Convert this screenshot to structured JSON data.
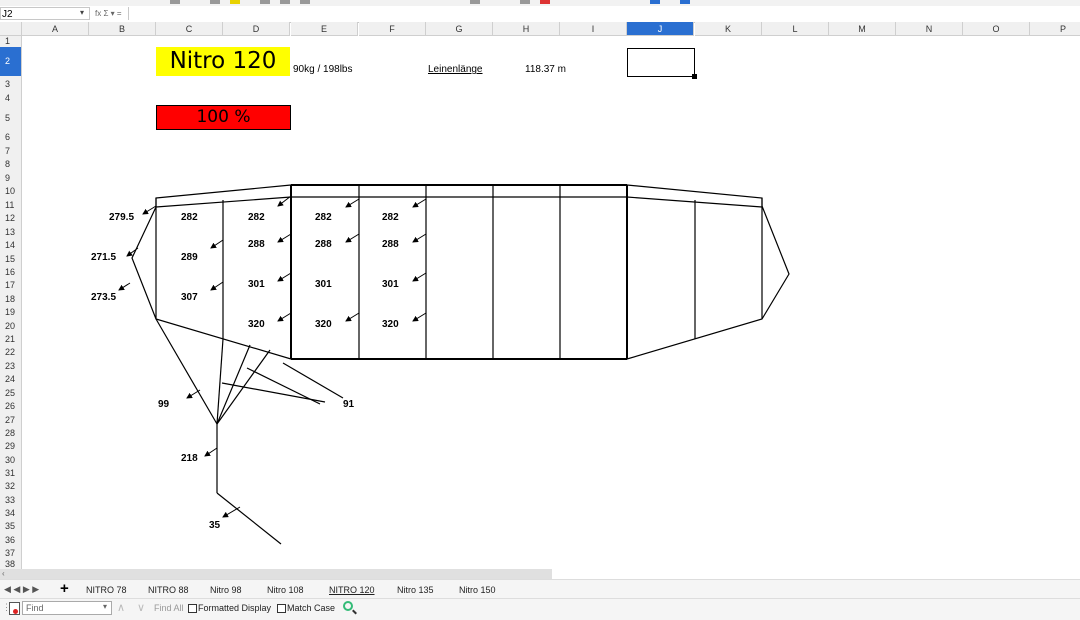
{
  "formula_bar": {
    "name_box": "J2",
    "fx_icons": "fx Σ ▾ =",
    "formula": ""
  },
  "columns": [
    "A",
    "B",
    "C",
    "D",
    "E",
    "F",
    "G",
    "H",
    "I",
    "J",
    "K",
    "L",
    "M",
    "N",
    "O",
    "P"
  ],
  "selected_column": "J",
  "rows": [
    "1",
    "2",
    "3",
    "4",
    "5",
    "6",
    "7",
    "8",
    "9",
    "10",
    "11",
    "12",
    "13",
    "14",
    "15",
    "16",
    "17",
    "18",
    "19",
    "20",
    "21",
    "22",
    "23",
    "24",
    "25",
    "26",
    "27",
    "28",
    "29",
    "30",
    "31",
    "32",
    "33",
    "34",
    "35",
    "36",
    "37",
    "38"
  ],
  "selected_row": "2",
  "cells": {
    "title": "Nitro 120",
    "percent": "100 %",
    "weight": "90kg / 198lbs",
    "leinen_label": "Leinenlänge",
    "leinen_value": "118.37 m"
  },
  "colors": {
    "title_bg": "#ffff00",
    "percent_bg": "#ff0000",
    "selection": "#2a6fd1"
  },
  "drawing_labels": {
    "n1": "279.5",
    "n2": "271.5",
    "n3": "273.5",
    "n4": "282",
    "n5": "289",
    "n6": "307",
    "n7": "282",
    "n8": "288",
    "n9": "301",
    "n10": "320",
    "n11": "282",
    "n12": "288",
    "n13": "301",
    "n14": "320",
    "n15": "282",
    "n16": "288",
    "n17": "301",
    "n18": "320",
    "n19": "99",
    "n20": "91",
    "n21": "218",
    "n22": "35"
  },
  "sheet_tabs": [
    "NITRO 78",
    "NITRO 88",
    "Nitro 98",
    "Nitro 108",
    "NITRO 120",
    "Nitro 135",
    "Nitro 150"
  ],
  "active_tab": "NITRO 120",
  "tab_nav": "◀ ◀ ▶ ▶",
  "tab_add": "+",
  "find_bar": {
    "placeholder": "Find",
    "find_all": "Find All",
    "formatted_display": "Formatted Display",
    "match_case": "Match Case"
  }
}
